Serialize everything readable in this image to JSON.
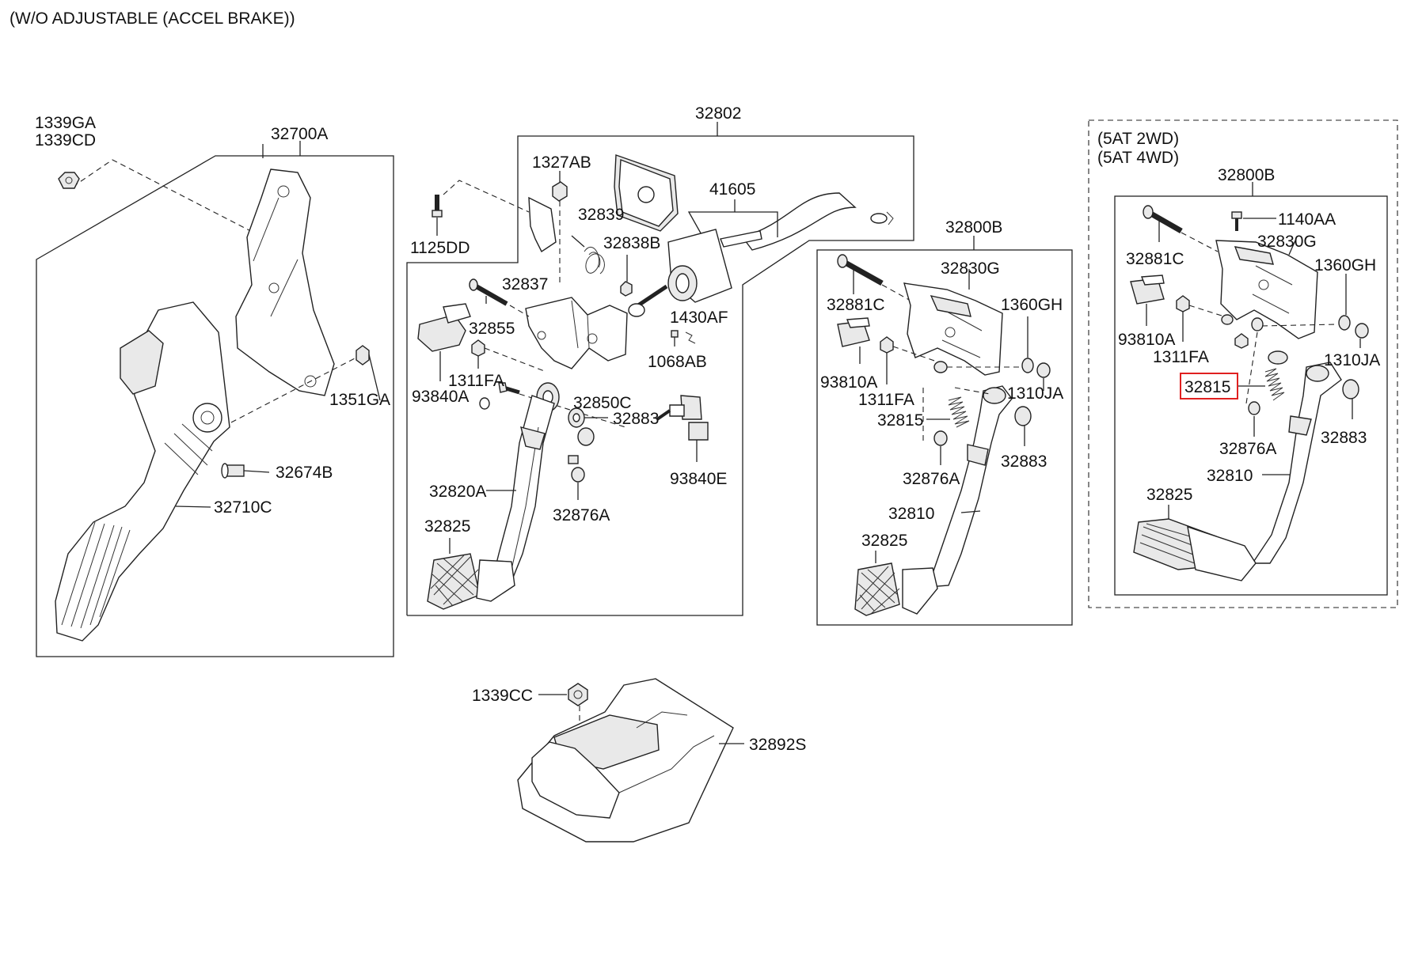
{
  "title": "(W/O ADJUSTABLE (ACCEL  BRAKE))",
  "accel_group": {
    "nut_a": "1339GA",
    "nut_b": "1339CD",
    "bracket": "32700A",
    "nut_c": "1351GA",
    "stopper": "32674B",
    "pedal": "32710C"
  },
  "brake_group": {
    "assembly": "32802",
    "nut": "1327AB",
    "bolt": "1125DD",
    "spring_a": "32839",
    "spring_b": "32838B",
    "switch_bracket": "32837",
    "cable": "41605",
    "pin": "32855",
    "clip_a": "1430AF",
    "clip_b": "1068AB",
    "nut_b": "1311FA",
    "switch_a": "93840A",
    "bushing": "32850C",
    "collar": "32883",
    "switch_e": "93840E",
    "arm": "32820A",
    "stopper": "32876A",
    "pad": "32825"
  },
  "mid_group": {
    "assembly": "32800B",
    "bracket": "32830G",
    "bolt": "32881C",
    "bushing": "1360GH",
    "switch": "93810A",
    "nut": "1311FA",
    "washer": "1310JA",
    "spring": "32815",
    "collar": "32883",
    "stopper": "32876A",
    "arm": "32810",
    "pad": "32825"
  },
  "right_group": {
    "variant_a": "(5AT 2WD)",
    "variant_b": "(5AT 4WD)",
    "assembly": "32800B",
    "bolt_a": "1140AA",
    "bracket": "32830G",
    "bolt": "32881C",
    "bushing": "1360GH",
    "switch": "93810A",
    "nut": "1311FA",
    "washer": "1310JA",
    "spring_highlighted": "32815",
    "collar": "32883",
    "stopper": "32876A",
    "arm": "32810",
    "pad": "32825"
  },
  "cover_group": {
    "nut": "1339CC",
    "cover": "32892S"
  },
  "colors": {
    "line": "#222222",
    "highlight_box": "#e02020"
  }
}
